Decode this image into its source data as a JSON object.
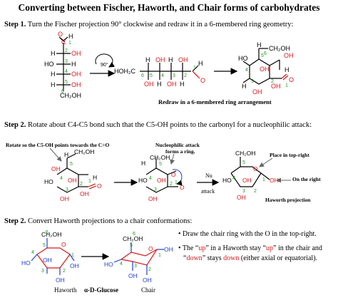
{
  "title": "Converting between Fischer, Haworth, and Chair forms of carbohydrates",
  "step1": {
    "label": "Step 1.",
    "text": "Turn the Fischer projection 90° clockwise and redraw it in a 6-membered ring geometry:"
  },
  "step2a": {
    "label": "Step 2.",
    "text": "Rotate about C4-C5 bond such that the C5-OH points to the carbonyl for a nucleophilic attack:"
  },
  "step2b": {
    "label": "Step 2.",
    "text": "Convert Haworth projections to a chair conformations:"
  },
  "captions": {
    "redraw": "Redraw in a 6-membered ring arrangement",
    "rotate": "Rotate so the C5-OH points towards the C=O",
    "nucleophilic": "Nucleophilic attack",
    "forms_ring": "forms a ring.",
    "nu": "Nu",
    "attack": "attack",
    "top_right": "Place in top-right",
    "on_right": "On the right",
    "haworth_projection": "Haworth projection",
    "rotation_angle": "90°",
    "haworth": "Haworth",
    "glucose": "α-D-Glucose",
    "chair": "Chair"
  },
  "bullets": [
    {
      "text": "Draw the chair ring with the O in the top-right."
    },
    {
      "pre": "The “",
      "up1": "up",
      "mid1": "” in a Haworth stay “",
      "up2": "up",
      "mid2": "” in the chair and"
    },
    {
      "q1": "“",
      "down1": "down",
      "q2": "” stays ",
      "down2": "down",
      "post": " (either axial or equatorial)."
    }
  ],
  "chem": {
    "H": "H",
    "OH": "OH",
    "HO": "HO",
    "O": "O",
    "C": "C",
    "CH2OH": "CH₂OH",
    "HOH2C": "HOH₂C",
    "n1": "1",
    "n2": "2",
    "n3": "3",
    "n4": "4",
    "n5": "5",
    "n6": "6"
  },
  "colors": {
    "red": "#d7191c",
    "green": "#1a9a1a",
    "blue": "#1f3fd0",
    "pink": "#d24e8c"
  }
}
